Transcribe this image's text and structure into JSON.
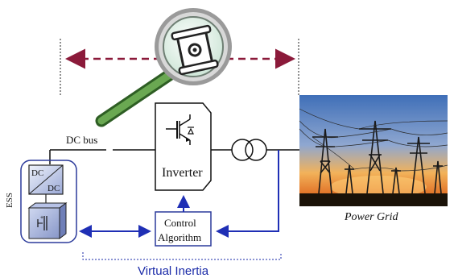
{
  "labels": {
    "dc_bus": "DC bus",
    "ess": "ESS",
    "converter_top": "DC",
    "converter_bottom": "DC",
    "inverter": "Inverter",
    "control_line1": "Control",
    "control_line2": "Algorithm",
    "power_grid": "Power Grid",
    "virtual_inertia": "Virtual Inertia"
  },
  "icons": {
    "magnifier": "magnifying-glass-icon",
    "transformer": "transformer-icon",
    "battery": "battery-icon",
    "converter": "dc-dc-converter-icon",
    "switch": "igbt-switch-icon",
    "grid_photo": "power-grid-photo"
  },
  "colors": {
    "line": "#111111",
    "feedback": "#1f2fb5",
    "dashed_arrow": "#8b1a3a",
    "ess_border": "#2b3a9b",
    "magnifier_handle": "#4a8a3a",
    "virtual_inertia_text": "#1a2aa8"
  }
}
